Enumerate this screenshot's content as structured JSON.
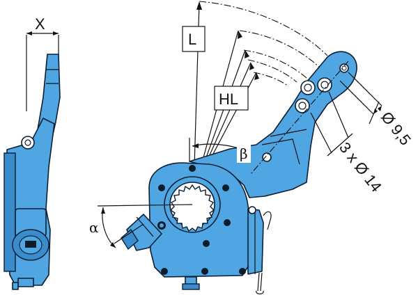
{
  "dimensions": {
    "x_label": "X",
    "l_label": "L",
    "hl_label": "HL",
    "alpha_label": "α",
    "beta_label": "β",
    "small_hole_label": "Ø 9,5",
    "large_holes_label": "3 x Ø 14"
  },
  "colors": {
    "part_fill": "#4fa6e2",
    "outline": "#0b1f33"
  }
}
